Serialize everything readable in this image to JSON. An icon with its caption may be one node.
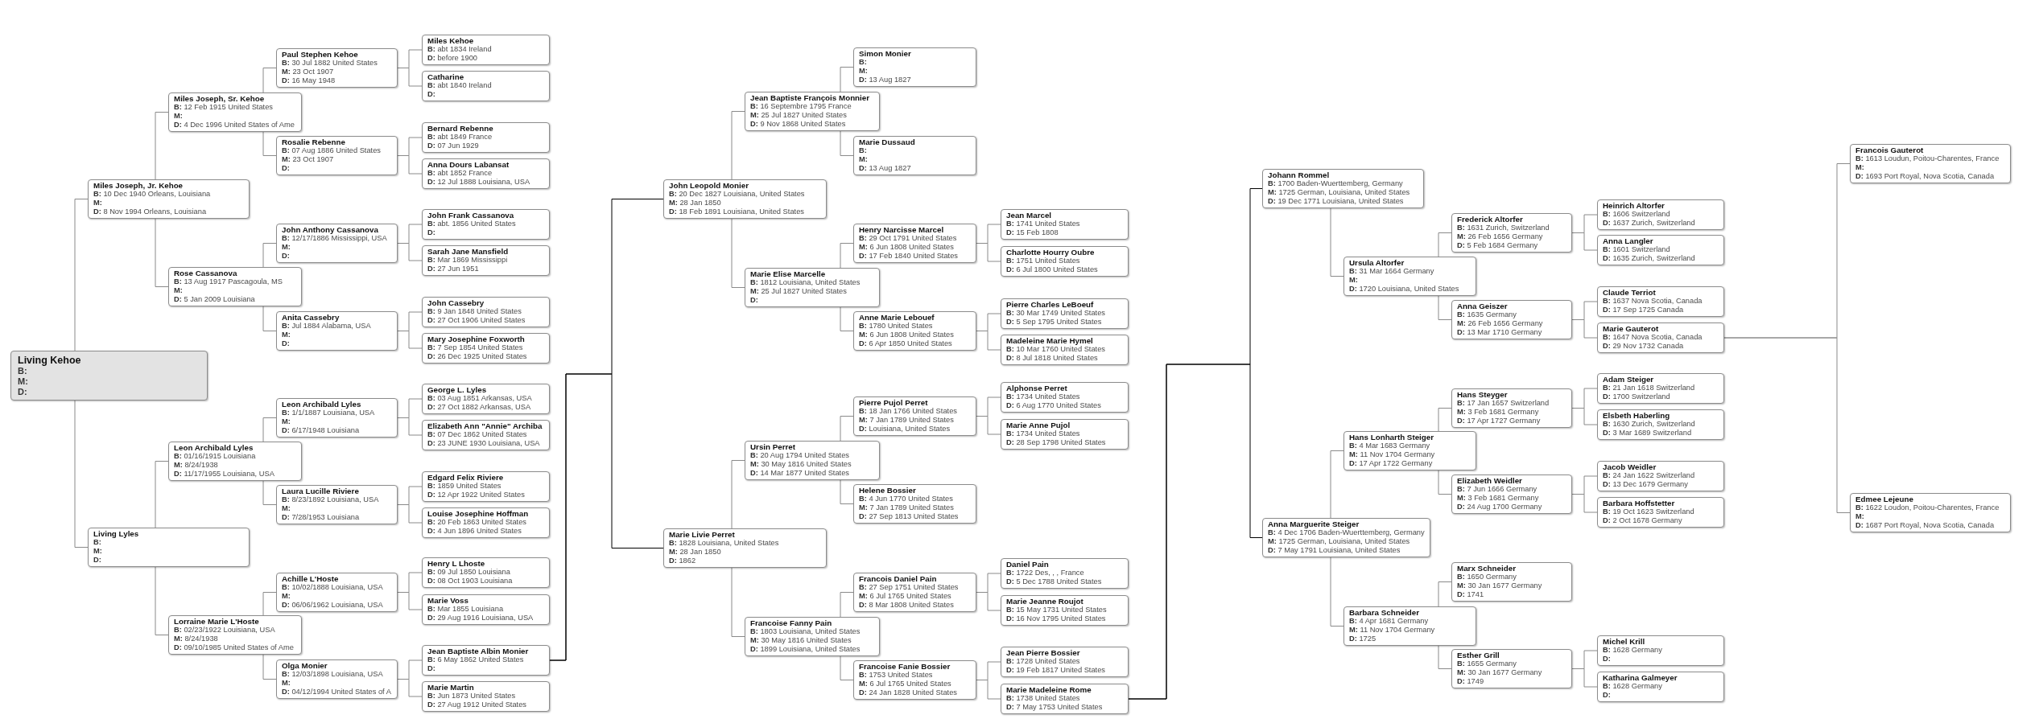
{
  "diagram": {
    "nodes": [
      {
        "text": [
          "Living Kehoe",
          "**B:**",
          "**M:**",
          "**D:**"
        ]
      },
      {
        "text": [
          "Miles Joseph, Jr. Kehoe",
          "**B:** 10 Dec 1940 Orleans, Louisiana",
          "**M:**",
          "**D:** 8 Nov 1994 Orleans, Louisiana"
        ]
      },
      {
        "text": [
          "Living Lyles",
          "**B:**",
          "**M:**",
          "**D:**"
        ]
      },
      {
        "text": [
          "Miles Joseph, Sr. Kehoe",
          "**B:** 12 Feb 1915 United States",
          "**M:**",
          "**D:** 4 Dec 1996 United States of Ame"
        ]
      },
      {
        "text": [
          "Rose Cassanova",
          "**B:** 13 Aug 1917 Pascagoula, MS",
          "**M:**",
          "**D:** 5 Jan 2009 Louisiana"
        ]
      },
      {
        "text": [
          "Leon Archibald Lyles",
          "**B:** 01/16/1915 Louisiana",
          "**M:** 8/24/1938",
          "**D:** 11/17/1955 Louisiana, USA"
        ]
      },
      {
        "text": [
          "Lorraine Marie L'Hoste",
          "**B:** 02/23/1922 Louisiana, USA",
          "**M:** 8/24/1938",
          "**D:** 09/10/1985 United States of Ame"
        ]
      },
      {
        "text": [
          "Paul Stephen Kehoe",
          "**B:** 30 Jul 1882 United States",
          "**M:** 23 Oct 1907",
          "**D:** 16 May 1948"
        ]
      },
      {
        "text": [
          "Rosalie Rebenne",
          "**B:** 07 Aug 1886 United States",
          "**M:** 23 Oct 1907",
          "**D:**"
        ]
      },
      {
        "text": [
          "John Anthony Cassanova",
          "**B:** 12/17/1886 Mississippi, USA",
          "**M:**",
          "**D:**"
        ]
      },
      {
        "text": [
          "Anita Cassebry",
          "**B:** Jul 1884 Alabama, USA",
          "**M:**",
          "**D:**"
        ]
      },
      {
        "text": [
          "Leon Archibald Lyles",
          "**B:** 1/1/1887 Louisiana, USA",
          "**M:**",
          "**D:** 6/17/1948 Louisiana"
        ]
      },
      {
        "text": [
          "Laura Lucille Riviere",
          "**B:** 8/23/1892 Louisiana, USA",
          "**M:**",
          "**D:** 7/28/1953 Louisiana"
        ]
      },
      {
        "text": [
          "Achille L'Hoste",
          "**B:** 10/02/1888 Louisiana, USA",
          "**M:**",
          "**D:** 06/06/1962 Louisiana, USA"
        ]
      },
      {
        "text": [
          "Olga Monier",
          "**B:** 12/03/1898 Louisiana, USA",
          "**M:**",
          "**D:** 04/12/1994 United States of A"
        ]
      },
      {
        "text": [
          "Miles Kehoe",
          "**B:** abt 1834 Ireland",
          "**D:** before 1900"
        ]
      },
      {
        "text": [
          "Catharine",
          "**B:** abt 1840 Ireland",
          "**D:**"
        ]
      },
      {
        "text": [
          "Bernard Rebenne",
          "**B:** abt 1849 France",
          "**D:** 07 Jun 1929"
        ]
      },
      {
        "text": [
          "Anna Dours Labansat",
          "**B:** abt 1852 France",
          "**D:** 12 Jul 1888 Louisiana, USA"
        ]
      },
      {
        "text": [
          "John Frank Cassanova",
          "**B:** abt. 1856 United States",
          "**D:**"
        ]
      },
      {
        "text": [
          "Sarah Jane Mansfield",
          "**B:** Mar 1869 Mississippi",
          "**D:** 27 Jun 1951"
        ]
      },
      {
        "text": [
          "John Cassebry",
          "**B:** 9 Jan 1848 United States",
          "**D:** 27 Oct 1906 United States"
        ]
      },
      {
        "text": [
          "Mary Josephine Foxworth",
          "**B:** 7 Sep 1854 United States",
          "**D:** 26 Dec 1925 United States"
        ]
      },
      {
        "text": [
          "George L. Lyles",
          "**B:** 03 Aug 1851 Arkansas, USA",
          "**D:** 27 Oct 1882 Arkansas, USA"
        ]
      },
      {
        "text": [
          "Elizabeth Ann \"Annie\" Archiba",
          "**B:** 07 Dec 1862 United States",
          "**D:** 23 JUNE 1930 Louisiana, USA"
        ]
      },
      {
        "text": [
          "Edgard Felix Riviere",
          "**B:** 1859 United States",
          "**D:** 12 Apr 1922 United States"
        ]
      },
      {
        "text": [
          "Louise Josephine Hoffman",
          "**B:** 20 Feb 1863 United States",
          "**D:** 4 Jun 1896 United States"
        ]
      },
      {
        "text": [
          "Henry L Lhoste",
          "**B:** 09 Jul 1850 Louisiana",
          "**D:** 08 Oct 1903 Louisiana"
        ]
      },
      {
        "text": [
          "Marie Voss",
          "**B:** Mar 1855 Louisiana",
          "**D:** 29 Aug 1916 Louisiana, USA"
        ]
      },
      {
        "text": [
          "Jean Baptiste Albin Monier",
          "**B:** 6 May 1862 United States",
          "**D:**"
        ]
      },
      {
        "text": [
          "Marie Martin",
          "**B:** Jun 1873 United States",
          "**D:** 27 Aug 1912 United States"
        ]
      },
      {
        "text": [
          "John Leopold Monier",
          "**B:** 20 Dec 1827 Louisiana, United States",
          "**M:** 28 Jan 1850",
          "**D:** 18 Feb 1891 Louisiana, United States"
        ]
      },
      {
        "text": [
          "Marie Livie Perret",
          "**B:** 1828 Louisiana, United States",
          "**M:** 28 Jan 1850",
          "**D:** 1862"
        ]
      },
      {
        "text": [
          "Jean Baptiste François Monnier",
          "**B:** 16 Septembre 1795 France",
          "**M:** 25 Jul 1827 United States",
          "**D:** 9 Nov 1868 United States"
        ]
      },
      {
        "text": [
          "Marie Elise Marcelle",
          "**B:** 1812 Louisiana, United States",
          "**M:** 25 Jul 1827 United States",
          "**D:**"
        ]
      },
      {
        "text": [
          "Ursin Perret",
          "**B:** 20 Aug 1794 United States",
          "**M:** 30 May 1816 United States",
          "**D:** 14 Mar 1877 United States"
        ]
      },
      {
        "text": [
          "Francoise Fanny Pain",
          "**B:** 1803 Louisiana, United States",
          "**M:** 30 May 1816 United States",
          "**D:** 1899 Louisiana, United States"
        ]
      },
      {
        "text": [
          "Simon Monier",
          "**B:**",
          "**M:**",
          "**D:** 13 Aug 1827"
        ]
      },
      {
        "text": [
          "Marie Dussaud",
          "**B:**",
          "**M:**",
          "**D:** 13 Aug 1827"
        ]
      },
      {
        "text": [
          "Henry Narcisse Marcel",
          "**B:** 29 Oct 1791 United States",
          "**M:** 6 Jun 1808 United States",
          "**D:** 17 Feb 1840 United States"
        ]
      },
      {
        "text": [
          "Anne Marie Lebouef",
          "**B:** 1780 United States",
          "**M:** 6 Jun 1808 United States",
          "**D:** 6 Apr 1850 United States"
        ]
      },
      {
        "text": [
          "Pierre Pujol Perret",
          "**B:** 18 Jan 1766 United States",
          "**M:** 7 Jan 1789 United States",
          "**D:** Louisiana, United States"
        ]
      },
      {
        "text": [
          "Helene Bossier",
          "**B:** 4 Jun 1770 United States",
          "**M:** 7 Jan 1789 United States",
          "**D:** 27 Sep 1813 United States"
        ]
      },
      {
        "text": [
          "Francois Daniel Pain",
          "**B:** 27 Sep 1751 United States",
          "**M:** 6 Jul 1765 United States",
          "**D:** 8 Mar 1808 United States"
        ]
      },
      {
        "text": [
          "Francoise Fanie Bossier",
          "**B:** 1753 United States",
          "**M:** 6 Jul 1765 United States",
          "**D:** 24 Jan 1828 United States"
        ]
      },
      {
        "text": [
          "Jean Marcel",
          "**B:** 1741 United States",
          "**D:** 15 Feb 1808"
        ]
      },
      {
        "text": [
          "Charlotte Hourry Oubre",
          "**B:** 1751 United States",
          "**D:** 6 Jul 1800 United States"
        ]
      },
      {
        "text": [
          "Pierre Charles LeBoeuf",
          "**B:** 30 Mar 1749 United States",
          "**D:** 5 Sep 1795 United States"
        ]
      },
      {
        "text": [
          "Madeleine Marie Hymel",
          "**B:** 10 Mar 1760 United States",
          "**D:** 8 Jul 1818 United States"
        ]
      },
      {
        "text": [
          "Alphonse Perret",
          "**B:** 1734 United States",
          "**D:** 6 Aug 1770 United States"
        ]
      },
      {
        "text": [
          "Marie Anne Pujol",
          "**B:** 1734 United States",
          "**D:** 28 Sep 1798 United States"
        ]
      },
      {
        "text": [
          "Daniel Pain",
          "**B:** 1722 Des, , , France",
          "**D:** 5 Dec 1788 United States"
        ]
      },
      {
        "text": [
          "Marie Jeanne Roujot",
          "**B:** 15 May 1731 United States",
          "**D:** 16 Nov 1795 United States"
        ]
      },
      {
        "text": [
          "Jean Pierre Bossier",
          "**B:** 1728 United States",
          "**D:** 19 Feb 1817 United States"
        ]
      },
      {
        "text": [
          "Marie Madeleine Rome",
          "**B:** 1738 United States",
          "**D:** 7 May 1753 United States"
        ]
      },
      {
        "text": [
          "Johann Rommel",
          "**B:** 1700 Baden-Wuerttemberg, Germany",
          "**M:** 1725 German, Louisiana, United States",
          "**D:** 19 Dec 1771 Louisiana, United States"
        ]
      },
      {
        "text": [
          "Anna Marguerite Steiger",
          "**B:** 4 Dec 1706 Baden-Wuerttemberg, Germany",
          "**M:** 1725 German, Louisiana, United States",
          "**D:** 7 May 1791 Louisiana, United States"
        ]
      },
      {
        "text": [
          "Ursula Altorfer",
          "**B:** 31 Mar 1664 Germany",
          "**M:**",
          "**D:** 1720 Louisiana, United States"
        ]
      },
      {
        "text": [
          "Hans Lonharth Steiger",
          "**B:** 4 Mar 1683 Germany",
          "**M:** 11 Nov 1704 Germany",
          "**D:** 17 Apr 1722 Germany"
        ]
      },
      {
        "text": [
          "Barbara Schneider",
          "**B:** 4 Apr 1681 Germany",
          "**M:** 11 Nov 1704 Germany",
          "**D:** 1725"
        ]
      },
      {
        "text": [
          "Frederick Altorfer",
          "**B:** 1631 Zurich, Switzerland",
          "**M:** 26 Feb 1656 Germany",
          "**D:** 5 Feb 1684 Germany"
        ]
      },
      {
        "text": [
          "Anna Geiszer",
          "**B:** 1635 Germany",
          "**M:** 26 Feb 1656 Germany",
          "**D:** 13 Mar 1710 Germany"
        ]
      },
      {
        "text": [
          "Hans Steyger",
          "**B:** 17 Jan 1657 Switzerland",
          "**M:** 3 Feb 1681 Germany",
          "**D:** 17 Apr 1727 Germany"
        ]
      },
      {
        "text": [
          "Elizabeth Weidler",
          "**B:** 7 Jun 1666 Germany",
          "**M:** 3 Feb 1681 Germany",
          "**D:** 24 Aug 1700 Germany"
        ]
      },
      {
        "text": [
          "Marx Schneider",
          "**B:** 1650 Germany",
          "**M:** 30 Jan 1677 Germany",
          "**D:** 1741"
        ]
      },
      {
        "text": [
          "Esther Grill",
          "**B:** 1655 Germany",
          "**M:** 30 Jan 1677 Germany",
          "**D:** 1749"
        ]
      },
      {
        "text": [
          "Heinrich Altorfer",
          "**B:** 1606 Switzerland",
          "**D:** 1637 Zurich, Switzerland"
        ]
      },
      {
        "text": [
          "Anna Langler",
          "**B:** 1601 Switzerland",
          "**D:** 1635 Zurich, Switzerland"
        ]
      },
      {
        "text": [
          "Claude Terriot",
          "**B:** 1637 Nova Scotia, Canada",
          "**D:** 17 Sep 1725 Canada"
        ]
      },
      {
        "text": [
          "Marie Gauterot",
          "**B:** 1647 Nova Scotia, Canada",
          "**D:** 29 Nov 1732 Canada"
        ]
      },
      {
        "text": [
          "Adam Steiger",
          "**B:** 21 Jan 1618 Switzerland",
          "**D:** 1700 Switzerland"
        ]
      },
      {
        "text": [
          "Elsbeth Haberling",
          "**B:** 1630 Zurich, Switzerland",
          "**D:** 3 Mar 1689 Switzerland"
        ]
      },
      {
        "text": [
          "Jacob Weidler",
          "**B:** 24 Jan 1622 Switzerland",
          "**D:** 13 Dec 1679 Germany"
        ]
      },
      {
        "text": [
          "Barbara Hoffstetter",
          "**B:** 19 Oct 1623 Switzerland",
          "**D:** 2 Oct 1678 Germany"
        ]
      },
      {
        "text": [
          "Michel Krill",
          "**B:** 1628 Germany",
          "**D:**"
        ]
      },
      {
        "text": [
          "Katharina Galmeyer",
          "**B:** 1628 Germany",
          "**D:**"
        ]
      },
      {
        "text": [
          "Francois Gauterot",
          "**B:** 1613 Loudun, Poitou-Charentes, France",
          "**M:**",
          "**D:** 1693 Port Royal, Nova Scotia, Canada"
        ]
      },
      {
        "text": [
          "Edmee Lejeune",
          "**B:** 1622 Loudon, Poitou-Charentes, France",
          "**M:**",
          "**D:** 1687 Port Royal, Nova Scotia, Canada"
        ]
      }
    ],
    "edges": [
      {
        "from": 0,
        "to": 1,
        "arrow": "none"
      },
      {
        "from": 0,
        "to": 2,
        "arrow": "none"
      },
      {
        "from": 1,
        "to": 3,
        "arrow": "none"
      },
      {
        "from": 1,
        "to": 4,
        "arrow": "none"
      },
      {
        "from": 2,
        "to": 5,
        "arrow": "none"
      },
      {
        "from": 2,
        "to": 6,
        "arrow": "none"
      },
      {
        "from": 3,
        "to": 7,
        "arrow": "none"
      },
      {
        "from": 3,
        "to": 8,
        "arrow": "none"
      },
      {
        "from": 4,
        "to": 9,
        "arrow": "none"
      },
      {
        "from": 4,
        "to": 10,
        "arrow": "none"
      },
      {
        "from": 5,
        "to": 11,
        "arrow": "none"
      },
      {
        "from": 5,
        "to": 12,
        "arrow": "none"
      },
      {
        "from": 6,
        "to": 13,
        "arrow": "none"
      },
      {
        "from": 6,
        "to": 14,
        "arrow": "none"
      },
      {
        "from": 7,
        "to": 15,
        "arrow": "none"
      },
      {
        "from": 7,
        "to": 16,
        "arrow": "none"
      },
      {
        "from": 8,
        "to": 17,
        "arrow": "none"
      },
      {
        "from": 8,
        "to": 18,
        "arrow": "none"
      },
      {
        "from": 9,
        "to": 19,
        "arrow": "none"
      },
      {
        "from": 9,
        "to": 20,
        "arrow": "none"
      },
      {
        "from": 10,
        "to": 21,
        "arrow": "none"
      },
      {
        "from": 10,
        "to": 22,
        "arrow": "none"
      },
      {
        "from": 11,
        "to": 23,
        "arrow": "none"
      },
      {
        "from": 11,
        "to": 24,
        "arrow": "none"
      },
      {
        "from": 12,
        "to": 25,
        "arrow": "none"
      },
      {
        "from": 12,
        "to": 26,
        "arrow": "none"
      },
      {
        "from": 13,
        "to": 27,
        "arrow": "none"
      },
      {
        "from": 13,
        "to": 28,
        "arrow": "none"
      },
      {
        "from": 14,
        "to": 29,
        "arrow": "none"
      },
      {
        "from": 14,
        "to": 30,
        "arrow": "none"
      },
      {
        "from": 29,
        "to": 31,
        "arrow": "none",
        "color": "#000000"
      },
      {
        "from": 29,
        "to": 32,
        "arrow": "none",
        "color": "#000000"
      },
      {
        "from": 31,
        "to": 33,
        "arrow": "none"
      },
      {
        "from": 31,
        "to": 34,
        "arrow": "none"
      },
      {
        "from": 32,
        "to": 35,
        "arrow": "none"
      },
      {
        "from": 32,
        "to": 36,
        "arrow": "none"
      },
      {
        "from": 33,
        "to": 37,
        "arrow": "none"
      },
      {
        "from": 33,
        "to": 38,
        "arrow": "none"
      },
      {
        "from": 34,
        "to": 39,
        "arrow": "none"
      },
      {
        "from": 34,
        "to": 40,
        "arrow": "none"
      },
      {
        "from": 35,
        "to": 41,
        "arrow": "none"
      },
      {
        "from": 35,
        "to": 42,
        "arrow": "none"
      },
      {
        "from": 36,
        "to": 43,
        "arrow": "none"
      },
      {
        "from": 36,
        "to": 44,
        "arrow": "none"
      },
      {
        "from": 39,
        "to": 45,
        "arrow": "none"
      },
      {
        "from": 39,
        "to": 46,
        "arrow": "none"
      },
      {
        "from": 40,
        "to": 47,
        "arrow": "none"
      },
      {
        "from": 40,
        "to": 48,
        "arrow": "none"
      },
      {
        "from": 41,
        "to": 49,
        "arrow": "none"
      },
      {
        "from": 41,
        "to": 50,
        "arrow": "none"
      },
      {
        "from": 43,
        "to": 51,
        "arrow": "none"
      },
      {
        "from": 43,
        "to": 52,
        "arrow": "none"
      },
      {
        "from": 44,
        "to": 53,
        "arrow": "none"
      },
      {
        "from": 44,
        "to": 54,
        "arrow": "none"
      },
      {
        "from": 54,
        "to": 55,
        "arrow": "none",
        "color": "#000000"
      },
      {
        "from": 54,
        "to": 56,
        "arrow": "none",
        "color": "#000000"
      },
      {
        "from": 55,
        "to": 57,
        "arrow": "none"
      },
      {
        "from": 56,
        "to": 58,
        "arrow": "none"
      },
      {
        "from": 56,
        "to": 59,
        "arrow": "none"
      },
      {
        "from": 57,
        "to": 60,
        "arrow": "none"
      },
      {
        "from": 57,
        "to": 61,
        "arrow": "none"
      },
      {
        "from": 58,
        "to": 62,
        "arrow": "none"
      },
      {
        "from": 58,
        "to": 63,
        "arrow": "none"
      },
      {
        "from": 59,
        "to": 64,
        "arrow": "none"
      },
      {
        "from": 59,
        "to": 65,
        "arrow": "none"
      },
      {
        "from": 60,
        "to": 66,
        "arrow": "none"
      },
      {
        "from": 60,
        "to": 67,
        "arrow": "none"
      },
      {
        "from": 61,
        "to": 68,
        "arrow": "none"
      },
      {
        "from": 61,
        "to": 69,
        "arrow": "none"
      },
      {
        "from": 62,
        "to": 70,
        "arrow": "none"
      },
      {
        "from": 62,
        "to": 71,
        "arrow": "none"
      },
      {
        "from": 63,
        "to": 72,
        "arrow": "none"
      },
      {
        "from": 63,
        "to": 73,
        "arrow": "none"
      },
      {
        "from": 65,
        "to": 74,
        "arrow": "none"
      },
      {
        "from": 65,
        "to": 75,
        "arrow": "none"
      },
      {
        "from": 69,
        "to": 76,
        "arrow": "none"
      },
      {
        "from": 69,
        "to": 77,
        "arrow": "none"
      }
    ]
  }
}
